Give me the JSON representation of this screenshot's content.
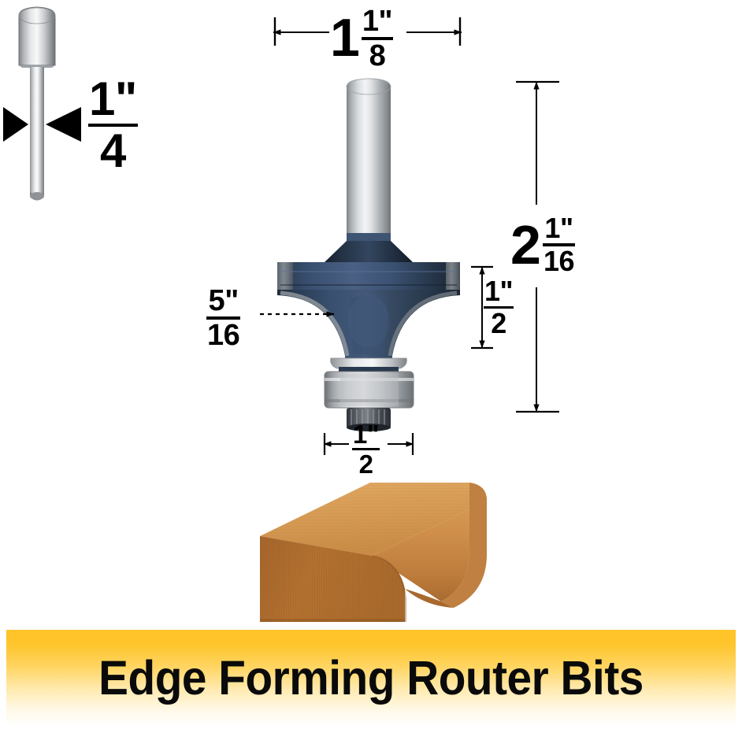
{
  "banner": {
    "title": "Edge Forming Router Bits",
    "gradient_top": "#FEC42A",
    "gradient_bottom": "#FFFFFF"
  },
  "product": {
    "name": "Edge Forming Router Bit",
    "type": "roundover-router-bit",
    "body_color": "#2B3C52",
    "shank_color": "#B9BCBE",
    "bearing_color": "#C4C6C8",
    "wood_top_color": "#D9A05B",
    "wood_face_color": "#A9682F"
  },
  "dimensions": {
    "shank_diameter": {
      "label": "shank-diameter",
      "whole": "",
      "numerator": "1",
      "denominator": "4",
      "unit": "\"",
      "text": "1/4\""
    },
    "cutting_diameter": {
      "label": "cutting-diameter",
      "whole": "1",
      "numerator": "1",
      "denominator": "8",
      "unit": "\"",
      "text": "1 1/8\""
    },
    "overall_length": {
      "label": "overall-length",
      "whole": "2",
      "numerator": "1",
      "denominator": "16",
      "unit": "\"",
      "text": "2 1/16\""
    },
    "cutting_height": {
      "label": "cutting-height",
      "whole": "",
      "numerator": "1",
      "denominator": "2",
      "unit": "\"",
      "text": "1/2\""
    },
    "radius": {
      "label": "cutting-radius",
      "whole": "",
      "numerator": "5",
      "denominator": "16",
      "unit": "\"",
      "text": "5/16\""
    },
    "bearing_diameter": {
      "label": "bearing-diameter",
      "whole": "",
      "numerator": "1",
      "denominator": "2",
      "unit": "\"",
      "text": "1/2\""
    }
  }
}
